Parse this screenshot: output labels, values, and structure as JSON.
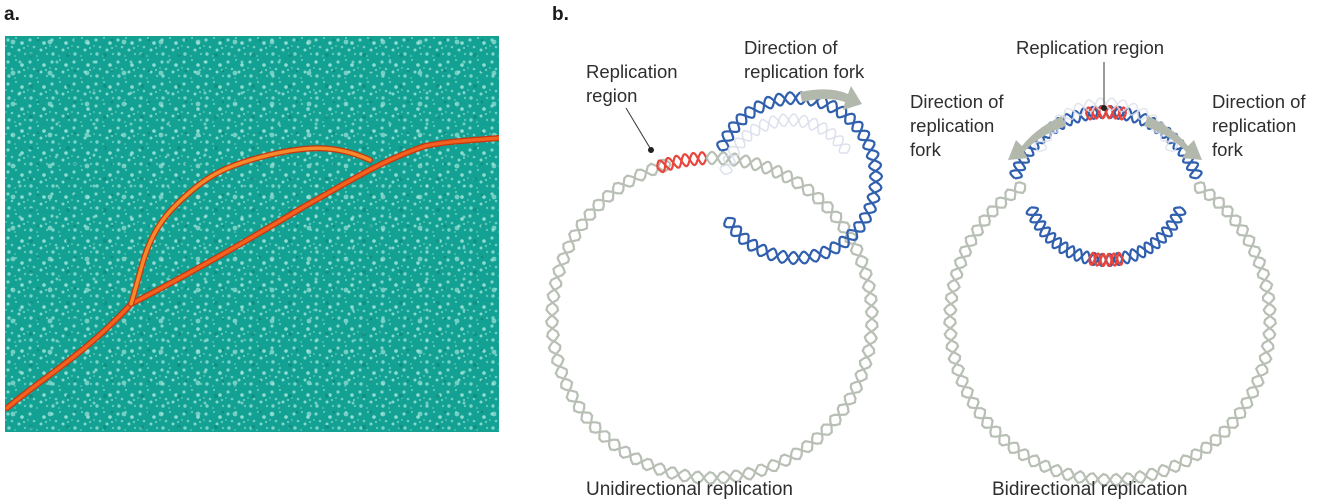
{
  "panel_a": {
    "label": "a."
  },
  "panel_b": {
    "label": "b.",
    "unidirectional": {
      "replication_region_line1": "Replication",
      "replication_region_line2": "region",
      "fork_line1": "Direction of",
      "fork_line2": "replication fork",
      "caption": "Unidirectional replication"
    },
    "bidirectional": {
      "replication_region": "Replication region",
      "left_fork_line1": "Direction of",
      "left_fork_line2": "replication",
      "left_fork_line3": "fork",
      "right_fork_line1": "Direction of",
      "right_fork_line2": "replication",
      "right_fork_line3": "fork",
      "caption": "Bidirectional replication"
    }
  },
  "colors": {
    "micrograph_background": "#0f9c8f",
    "dna_strand_micrograph": "#f0561e",
    "parental_dna": "#b8bfb5",
    "new_dna": "#2f5fad",
    "origin_dna": "#e8453c",
    "fork_arrow": "#b3b8ad"
  }
}
